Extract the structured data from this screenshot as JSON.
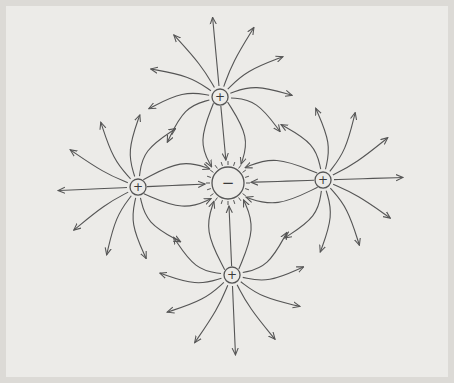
{
  "diagram": {
    "nodes": [
      {
        "text": [
          "+"
        ]
      },
      {
        "text": [
          "+"
        ]
      },
      {
        "text": [
          "−"
        ]
      },
      {
        "text": [
          "+"
        ]
      },
      {
        "text": [
          "+"
        ]
      }
    ],
    "edges": [
      {
        "from": 0,
        "to": 2,
        "arrow": "to"
      },
      {
        "from": 0,
        "to": 2,
        "arrow": "to"
      },
      {
        "from": 0,
        "to": 2,
        "arrow": "to"
      },
      {
        "from": 1,
        "to": 2,
        "arrow": "to"
      },
      {
        "from": 1,
        "to": 2,
        "arrow": "to"
      },
      {
        "from": 1,
        "to": 2,
        "arrow": "to"
      },
      {
        "from": 3,
        "to": 2,
        "arrow": "to"
      },
      {
        "from": 3,
        "to": 2,
        "arrow": "to"
      },
      {
        "from": 3,
        "to": 2,
        "arrow": "to"
      },
      {
        "from": 4,
        "to": 2,
        "arrow": "to"
      },
      {
        "from": 4,
        "to": 2,
        "arrow": "to"
      },
      {
        "from": 4,
        "to": 2,
        "arrow": "to"
      }
    ]
  }
}
